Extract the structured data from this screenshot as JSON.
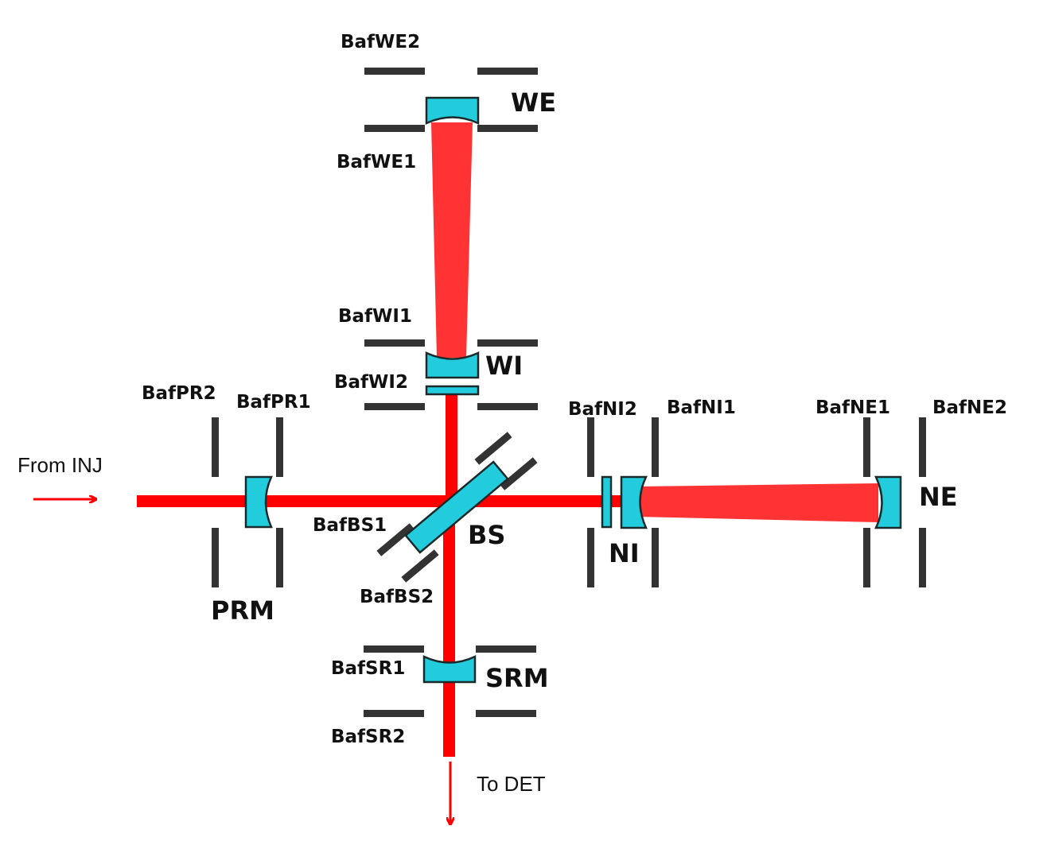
{
  "colors": {
    "beam": "#ff0000",
    "cavity_beam": "#ff3333",
    "optic": "#22ccdd",
    "baffle": "#333333",
    "text": "#111111"
  },
  "io": {
    "input_label": "From INJ",
    "output_label": "To DET"
  },
  "optics": {
    "we": "WE",
    "wi": "WI",
    "bs": "BS",
    "prm": "PRM",
    "srm": "SRM",
    "ni": "NI",
    "ne": "NE"
  },
  "baffles": {
    "baf_we2": "BafWE2",
    "baf_we1": "BafWE1",
    "baf_wi1": "BafWI1",
    "baf_wi2": "BafWI2",
    "baf_pr2": "BafPR2",
    "baf_pr1": "BafPR1",
    "baf_ni2": "BafNI2",
    "baf_ni1": "BafNI1",
    "baf_ne1": "BafNE1",
    "baf_ne2": "BafNE2",
    "baf_bs1": "BafBS1",
    "baf_bs2": "BafBS2",
    "baf_sr1": "BafSR1",
    "baf_sr2": "BafSR2"
  }
}
